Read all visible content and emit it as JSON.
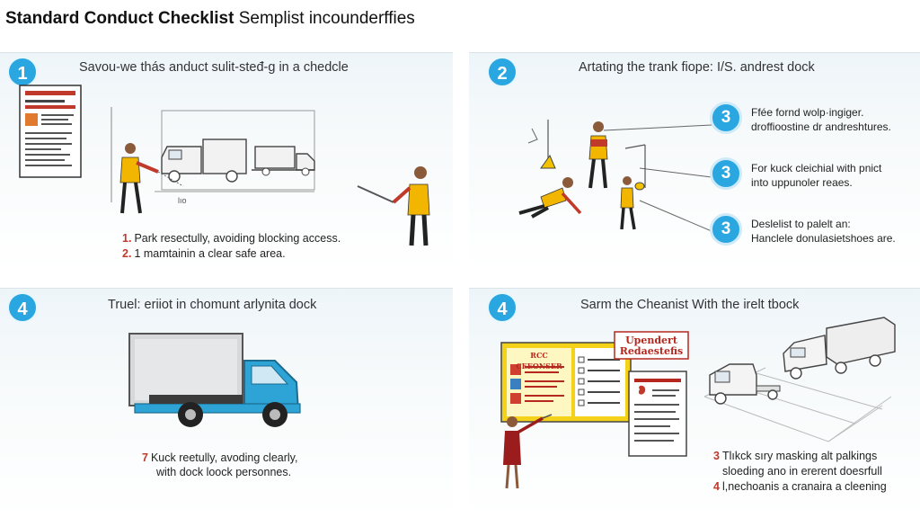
{
  "title": {
    "bold": "Standard Conduct Checklist",
    "rest": " Semplist incounderffies"
  },
  "panel1": {
    "badge": "1",
    "heading": "Savou-we thás anduct sulit-steđ-g in a chedcle",
    "dimension_label": "lıo",
    "captions": [
      {
        "num": "1.",
        "text": "Park resectully, avoiding blocking access."
      },
      {
        "num": "2.",
        "text": "1 mamtainin a clear safe area."
      }
    ]
  },
  "panel2": {
    "badge": "2",
    "heading": "Artating the trank fiope: I/S. andrest dock",
    "steps": [
      {
        "badge": "3",
        "line1": "Ffée fornd wolp·ingiger.",
        "line2": "droffioostine dr andreshtures."
      },
      {
        "badge": "3",
        "line1": "For kuck cleichial with pnict",
        "line2": "into uppunoler reaes."
      },
      {
        "badge": "3",
        "line1": "Deslelist to palelt an:",
        "line2": "Hanclele donulasietshoes are."
      }
    ]
  },
  "panel3": {
    "badge": "4",
    "heading": "Truel: eriiot in chomunt arlynita dock",
    "captions": [
      {
        "num": "7",
        "text": "Kuck reetully, avoding clearly,"
      },
      {
        "num": "",
        "text": "with dock loock personnes."
      }
    ]
  },
  "panel4": {
    "badge": "4",
    "heading": "Sarm the Cheanist With the irelt tbock",
    "poster_title": "Upendert Redaestefis",
    "board_title": "RCC CEEONSER",
    "captions": [
      {
        "num": "3",
        "text": "Tlıkck sıry masking alt palkings"
      },
      {
        "num": "",
        "text": "sloeding ano in ererent doesrfull"
      },
      {
        "num": "4",
        "text": "l,nechoanis a cranaira a cleening"
      }
    ]
  }
}
